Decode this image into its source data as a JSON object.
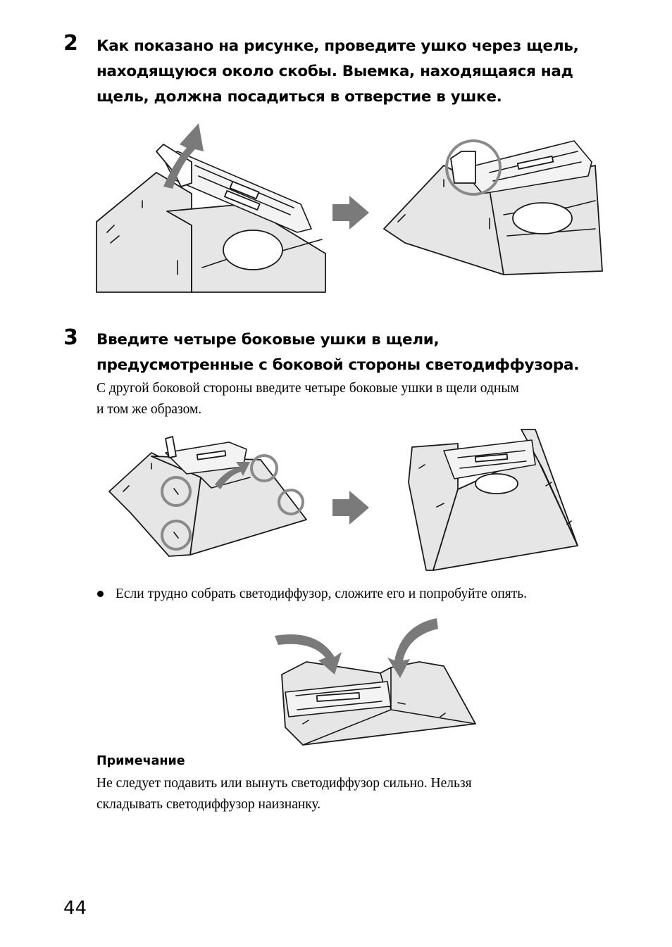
{
  "steps": [
    {
      "number": "2",
      "heading_lines": [
        "Как показано на рисунке, проведите ушко через щель,",
        "находящуюся около скобы. Выемка, находящаяся над",
        "щель, должна посадиться в отверстие в ушке."
      ]
    },
    {
      "number": "3",
      "heading_lines": [
        "Введите четыре боковые ушки в щели,",
        "предусмотренные с боковой стороны светодиффузора."
      ],
      "body_lines": [
        "С другой боковой стороны введите четыре боковые ушки в щели одным",
        "и том же образом."
      ]
    }
  ],
  "bullet": "Если трудно собрать светодиффузор, сложите его и попробуйте опять.",
  "note": {
    "title": "Примечание",
    "lines": [
      "Не следует подавить или вынуть светодиффузор сильно. Нельзя",
      "складывать светодиффузор наизнанку."
    ]
  },
  "page_number": "44"
}
